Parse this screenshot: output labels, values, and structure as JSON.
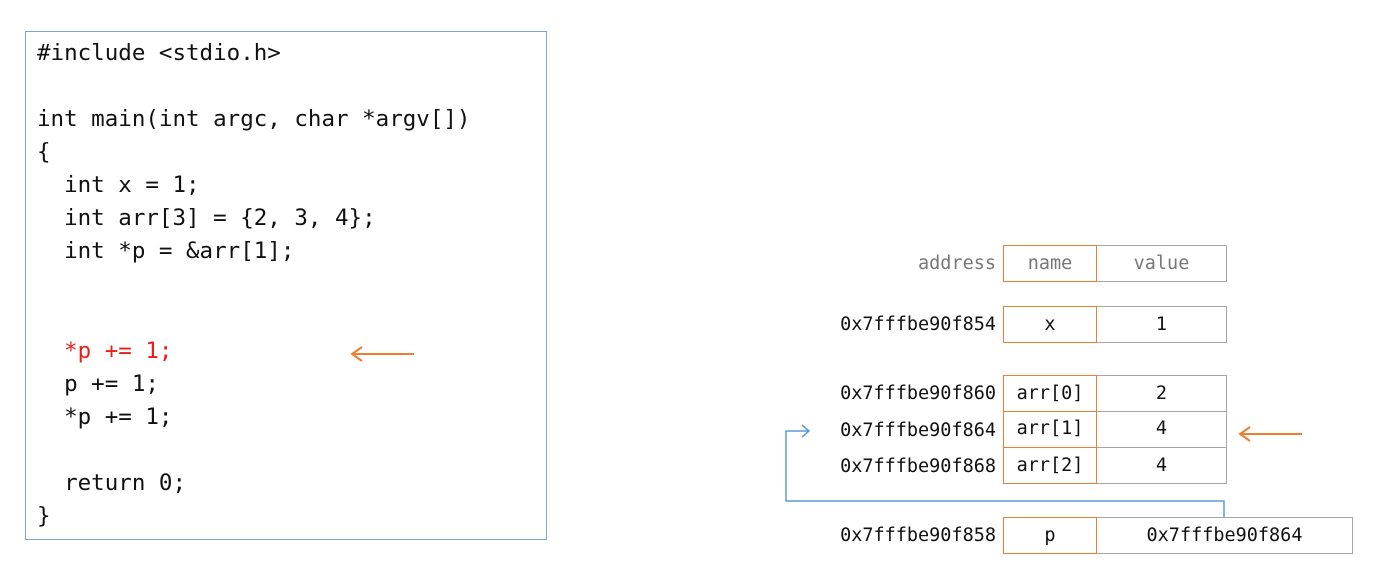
{
  "code": {
    "lines": [
      "#include <stdio.h>",
      "",
      "int main(int argc, char *argv[])",
      "{",
      "  int x = 1;",
      "  int arr[3] = {2, 3, 4};",
      "  int *p = &arr[1];",
      "",
      "",
      "  *p += 1;",
      "  p += 1;",
      "  *p += 1;",
      "",
      "  return 0;",
      "}"
    ],
    "highlighted_line_index": 9
  },
  "memory_table": {
    "headers": {
      "address": "address",
      "name": "name",
      "value": "value"
    },
    "rows": [
      {
        "address": "0x7fffbe90f854",
        "name": "x",
        "value": "1"
      },
      {
        "address": "0x7fffbe90f860",
        "name": "arr[0]",
        "value": "2"
      },
      {
        "address": "0x7fffbe90f864",
        "name": "arr[1]",
        "value": "4",
        "changed": true
      },
      {
        "address": "0x7fffbe90f868",
        "name": "arr[2]",
        "value": "4"
      },
      {
        "address": "0x7fffbe90f858",
        "name": "p",
        "value": "0x7fffbe90f864"
      }
    ]
  },
  "colors": {
    "highlight": "#e8201a",
    "arrow": "#ed7d31",
    "pointer": "#5b9bd5",
    "box": "#7aa6cf"
  }
}
